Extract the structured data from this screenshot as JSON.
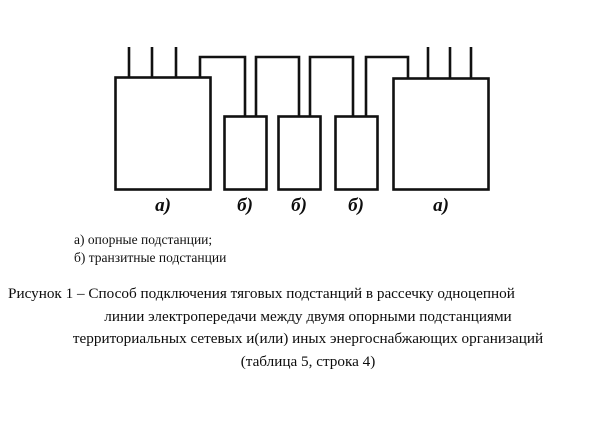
{
  "figure": {
    "diagram": {
      "substations": [
        {
          "label": "а)",
          "type": "anchor",
          "terminals": 3
        },
        {
          "label": "б)",
          "type": "transit",
          "terminals": 0
        },
        {
          "label": "б)",
          "type": "transit",
          "terminals": 0
        },
        {
          "label": "б)",
          "type": "transit",
          "terminals": 0
        },
        {
          "label": "а)",
          "type": "anchor",
          "terminals": 3
        }
      ],
      "line_color": "#111111"
    },
    "legend": {
      "items": [
        "а) опорные подстанции;",
        "б) транзитные подстанции"
      ]
    },
    "caption": {
      "lines": [
        "Рисунок 1 – Способ подключения тяговых подстанций в рассечку одноцепной",
        "линии электропередачи между двумя опорными подстанциями",
        "территориальных сетевых и(или) иных энергоснабжающих организаций",
        "(таблица 5, строка 4)"
      ]
    }
  }
}
